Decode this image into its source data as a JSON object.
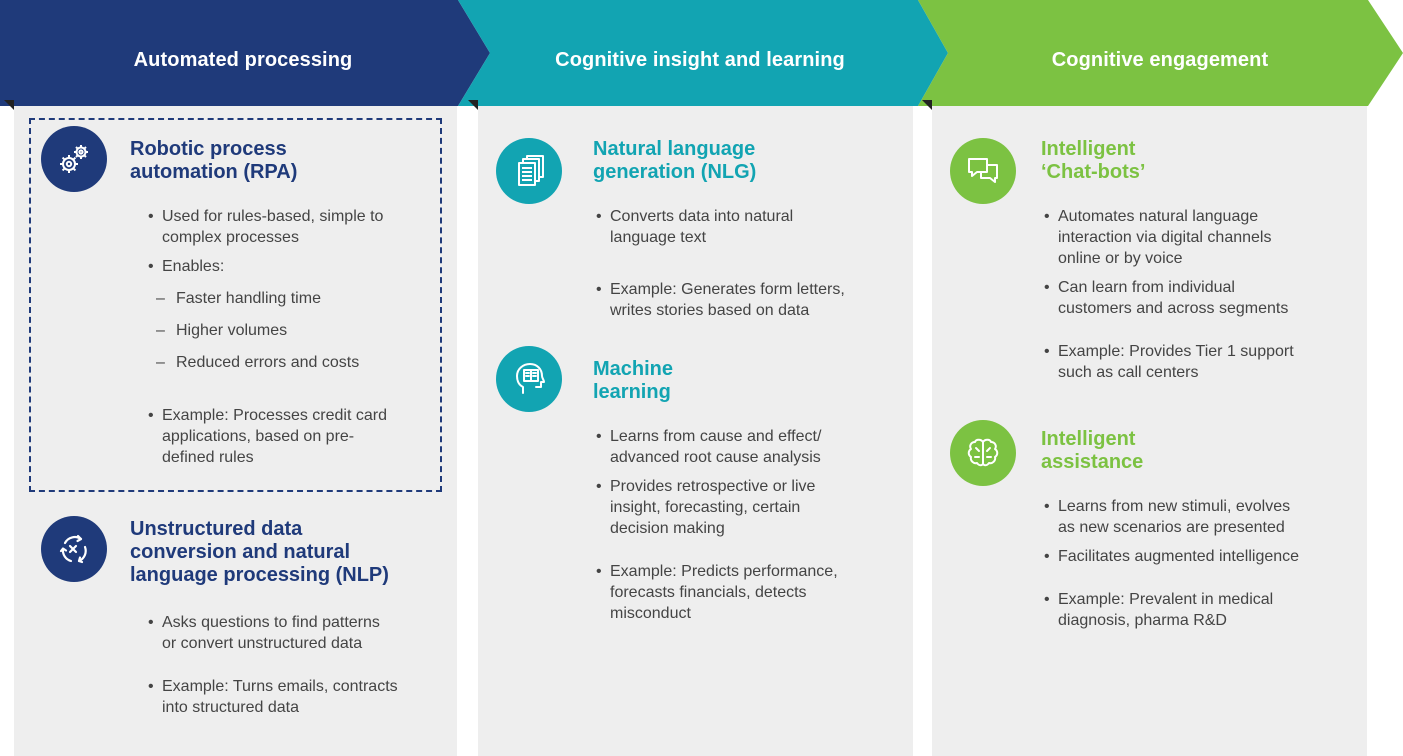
{
  "colors": {
    "navy": "#1f3a7a",
    "teal": "#12a4b2",
    "green": "#7cc242",
    "panel": "#eeeeee"
  },
  "columns": [
    {
      "header": "Automated processing",
      "sections": [
        {
          "icon": "gears-icon",
          "title_lines": [
            "Robotic process",
            "automation (RPA)"
          ],
          "bullets": [
            {
              "lines": [
                "Used for rules-based, simple to",
                "complex processes"
              ]
            },
            {
              "lines": [
                "Enables:"
              ]
            },
            {
              "sub": "Faster handling time"
            },
            {
              "sub": "Higher volumes"
            },
            {
              "sub": "Reduced errors and costs"
            },
            {
              "lines": [
                "Example: Processes credit card",
                "applications, based on pre-",
                "defined rules"
              ]
            }
          ]
        },
        {
          "icon": "cycle-arrows-icon",
          "title_lines": [
            "Unstructured data",
            "conversion and natural",
            "language processing (NLP)"
          ],
          "bullets": [
            {
              "lines": [
                "Asks questions to find patterns",
                "or convert unstructured data"
              ]
            },
            {
              "lines": [
                "Example: Turns emails, contracts",
                "into structured data"
              ]
            }
          ]
        }
      ]
    },
    {
      "header": "Cognitive insight and learning",
      "sections": [
        {
          "icon": "documents-icon",
          "title_lines": [
            "Natural language",
            "generation (NLG)"
          ],
          "bullets": [
            {
              "lines": [
                "Converts data into natural",
                "language text"
              ]
            },
            {
              "lines": [
                "Example: Generates form letters,",
                "writes stories based on data"
              ]
            }
          ]
        },
        {
          "icon": "head-book-icon",
          "title_lines": [
            "Machine",
            "learning"
          ],
          "bullets": [
            {
              "lines": [
                "Learns from cause and effect/",
                "advanced root cause analysis"
              ]
            },
            {
              "lines": [
                "Provides retrospective or live",
                "insight, forecasting, certain",
                "decision making"
              ]
            },
            {
              "lines": [
                "Example: Predicts performance,",
                "forecasts financials, detects",
                "misconduct"
              ]
            }
          ]
        }
      ]
    },
    {
      "header": "Cognitive engagement",
      "sections": [
        {
          "icon": "chat-bubbles-icon",
          "title_lines": [
            "Intelligent",
            "‘Chat-bots’"
          ],
          "bullets": [
            {
              "lines": [
                "Automates natural language",
                "interaction via digital channels",
                "online or by voice"
              ]
            },
            {
              "lines": [
                "Can learn from individual",
                "customers and across segments"
              ]
            },
            {
              "lines": [
                "Example: Provides Tier 1 support",
                "such as call centers"
              ]
            }
          ]
        },
        {
          "icon": "brain-icon",
          "title_lines": [
            "Intelligent",
            "assistance"
          ],
          "bullets": [
            {
              "lines": [
                "Learns from new stimuli, evolves",
                "as new scenarios are presented"
              ]
            },
            {
              "lines": [
                "Facilitates augmented intelligence"
              ]
            },
            {
              "lines": [
                "Example: Prevalent in medical",
                "diagnosis, pharma R&D"
              ]
            }
          ]
        }
      ]
    }
  ]
}
